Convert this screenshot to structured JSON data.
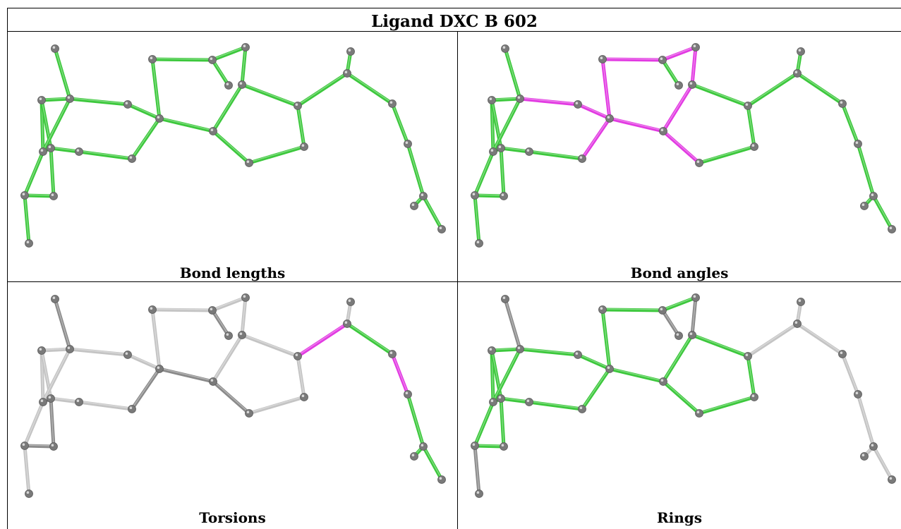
{
  "title": "Ligand DXC B 602",
  "panels": [
    {
      "caption": "Bond lengths",
      "bond_colors": {}
    },
    {
      "caption": "Bond angles",
      "bond_colors": {}
    },
    {
      "caption": "Torsions",
      "bond_colors": {}
    },
    {
      "caption": "Rings",
      "bond_colors": {}
    }
  ],
  "colors": {
    "green": "#3cc83c",
    "magenta": "#e23ae2",
    "grey": "#c4c4c4",
    "darkgrey": "#8a8a8a",
    "atom": "#7a7a7a"
  }
}
